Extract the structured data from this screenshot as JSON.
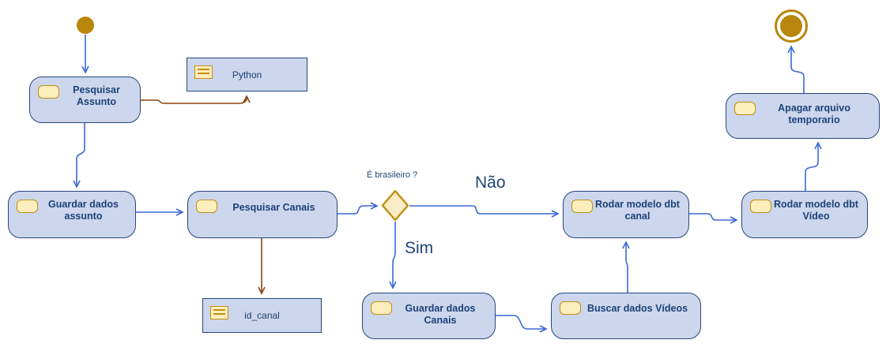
{
  "diagram": {
    "kind": "uml-activity-diagram",
    "decision": {
      "question": "É brasileiro ?",
      "no_label": "Não",
      "yes_label": "Sim"
    },
    "activities": [
      {
        "label": "Pesquisar Assunto"
      },
      {
        "label": "Guardar dados assunto"
      },
      {
        "label": "Pesquisar Canais"
      },
      {
        "label": "Guardar dados Canais"
      },
      {
        "label": "Buscar dados Vídeos"
      },
      {
        "label": "Rodar modelo dbt canal"
      },
      {
        "label": "Rodar modelo dbt Vídeo"
      },
      {
        "label": "Apagar arquivo temporario"
      }
    ],
    "objects": [
      {
        "label": "Python"
      },
      {
        "label": "id_canal"
      }
    ],
    "colors": {
      "node_fill": "#ccd6ec",
      "node_border": "#28477c",
      "node_text": "#1e4178",
      "icon_fill": "#fdeebe",
      "icon_border": "#c08f10",
      "decision_fill": "#faecc6",
      "decision_border": "#c08f10",
      "terminal_node": "#b8860b",
      "flow_line": "#3b68d8",
      "note_line": "#8a450f"
    }
  }
}
